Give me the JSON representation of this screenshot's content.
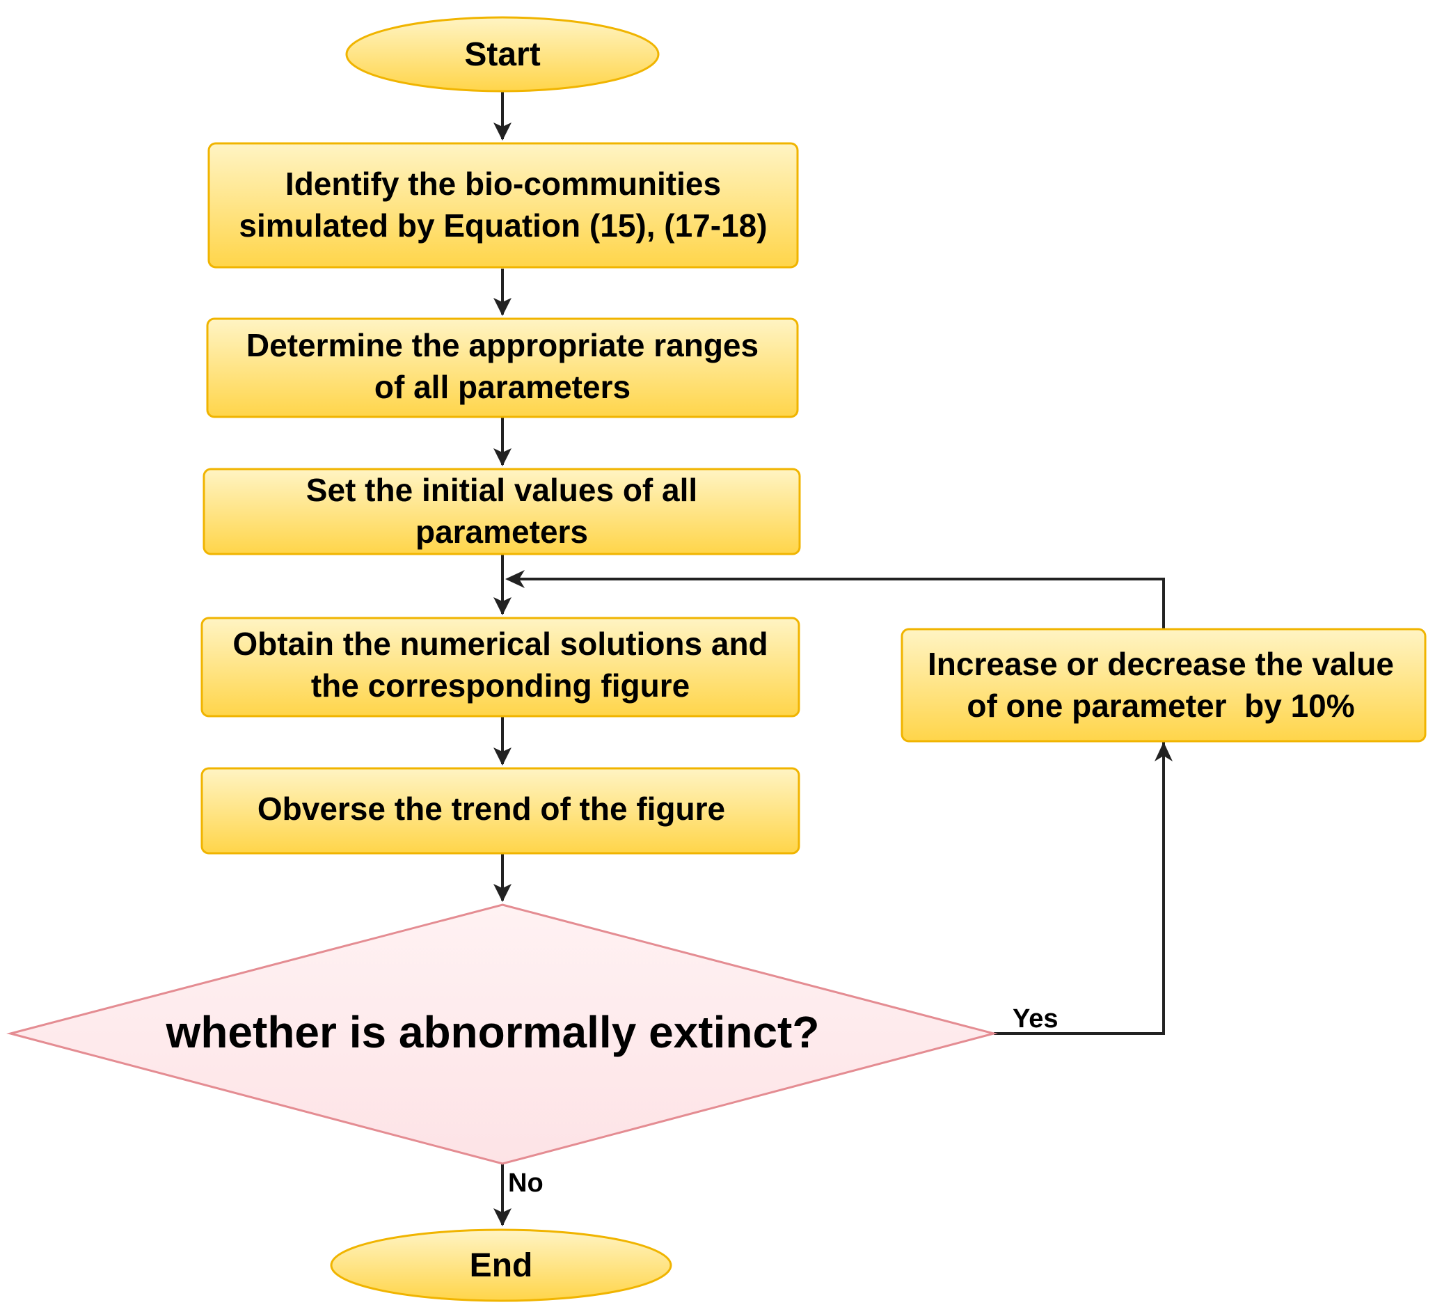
{
  "colors": {
    "process_fill_top": "#fff4c4",
    "process_fill_bottom": "#ffd54a",
    "process_stroke": "#f0b400",
    "decision_fill": "#fde3e6",
    "decision_stroke": "#e48c92",
    "edge": "#222222"
  },
  "start": "Start",
  "end": "End",
  "steps": {
    "identify": [
      "Identify the bio-communities",
      "simulated by Equation (15), (17-18)"
    ],
    "ranges": [
      "Determine the appropriate ranges",
      "of all parameters"
    ],
    "initial": [
      "Set the initial values of all",
      "parameters"
    ],
    "solutions": [
      "Obtain the numerical solutions and",
      "the corresponding figure"
    ],
    "observe": [
      "Obverse the trend of the figure"
    ],
    "adjust": [
      "Increase or decrease the value",
      "of one parameter  by 10%"
    ]
  },
  "decision": "whether is abnormally extinct?",
  "labels": {
    "yes": "Yes",
    "no": "No"
  }
}
